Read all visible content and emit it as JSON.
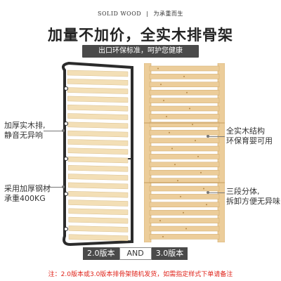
{
  "brand": {
    "en": "SOLID WOOD",
    "sep": "|",
    "cn": "为承重而生"
  },
  "headline": "加量不加价，全实木排骨架",
  "banner": "出口环保标准，呵护您健康",
  "callouts": {
    "left_top": [
      "加厚实木排,",
      "静音无异响"
    ],
    "left_bottom": [
      "采用加厚钢材",
      "承重400KG"
    ],
    "right_top": [
      "全实木结构",
      "环保育婴可用"
    ],
    "right_bottom": [
      "三段分体,",
      "拆卸方便无异味"
    ]
  },
  "versions": {
    "v1": "2.0版本",
    "and": "AND",
    "v2": "3.0版本"
  },
  "note": "注：2.0版本或3.0版本排骨架随机发货，如需指定样式下单请备注",
  "colors": {
    "wood_light": "#f3dfb6",
    "wood_pine": "#eccd9a",
    "steel": "#2b2b2b",
    "accent_red": "#e0241b"
  }
}
